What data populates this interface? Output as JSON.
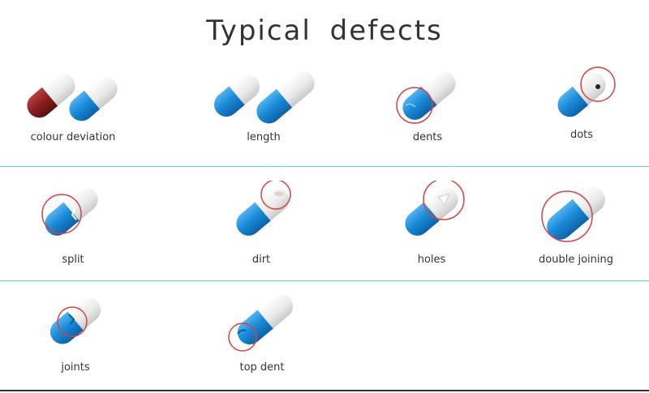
{
  "title": "Typical defects",
  "colors": {
    "capsule_blue": "#1a8bd8",
    "capsule_white": "#ebebeb",
    "capsule_red": "#8a1e1e",
    "circle": "#d94040",
    "divider": "#5ccfe0"
  },
  "defects": [
    {
      "label": "colour deviation"
    },
    {
      "label": "length"
    },
    {
      "label": "dents"
    },
    {
      "label": "dots"
    },
    {
      "label": "split"
    },
    {
      "label": "dirt"
    },
    {
      "label": "holes"
    },
    {
      "label": "double joining"
    },
    {
      "label": "joints"
    },
    {
      "label": "top dent"
    }
  ]
}
